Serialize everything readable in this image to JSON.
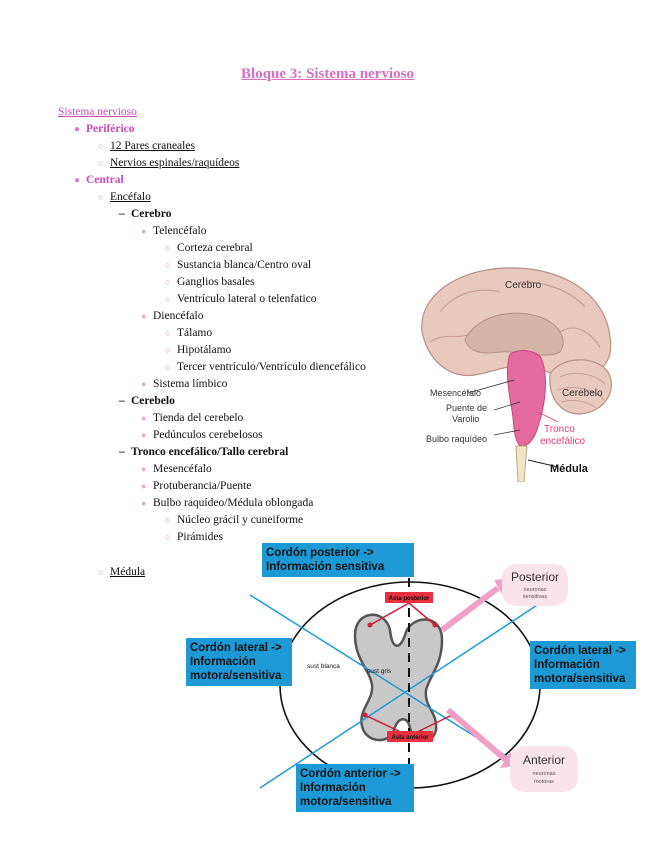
{
  "title": "Bloque 3: Sistema nervioso",
  "outline": {
    "root": "Sistema nervioso",
    "periferico": "Periférico",
    "pares": "12 Pares craneales",
    "nervios": "Nervios espinales/raquídeos",
    "central": "Central",
    "encefalo": "Encéfalo",
    "cerebro": "Cerebro",
    "telencefalo": "Telencéfalo",
    "corteza": "Corteza cerebral",
    "sustancia": "Sustancia blanca/Centro oval",
    "ganglios": "Ganglios basales",
    "ventriculo": "Ventrículo lateral o telenfatico",
    "diencefalo": "Diencéfalo",
    "talamo": "Tálamo",
    "hipotalamo": "Hipotálamo",
    "tercer": "Tercer ventrículo/Ventrículo diencefálico",
    "limbico": "Sistema límbico",
    "cerebelo": "Cerebelo",
    "tienda": "Tienda del cerebelo",
    "pedunculos": "Pedúnculos cerebelosos",
    "tronco": "Tronco encefálico/Tallo cerebral",
    "mesencefalo": "Mesencéfalo",
    "protuberancia": "Protuberancia/Puente",
    "bulbo": "Bulbo raquídeo/Médula oblongada",
    "nucleo": "Núcleo grácil y cuneiforme",
    "piramides": "Pirámides",
    "medula": "Médula"
  },
  "brain_diagram": {
    "cerebro": "Cerebro",
    "mesencefalo": "Mesencéfalo",
    "puente1": "Puente de",
    "puente2": "Varolio",
    "bulbo": "Bulbo raquídeo",
    "cerebelo": "Cerebelo",
    "tronco1": "Tronco",
    "tronco2": "encefálico",
    "medula": "Médula"
  },
  "spinal_diagram": {
    "posterior_box1": "Cordón posterior ->",
    "posterior_box2": "Información sensitiva",
    "lateral_left1": "Cordón lateral ->",
    "lateral_left2": "Información",
    "lateral_left3": "motora/sensitiva",
    "lateral_right1": "Cordón lateral ->",
    "lateral_right2": "Información",
    "lateral_right3": "motora/sensitiva",
    "anterior_box1": "Cordón anterior ->",
    "anterior_box2": "Información",
    "anterior_box3": "motora/sensitiva",
    "asta_posterior": "Asta posterior",
    "asta_anterior": "Asta anterior",
    "sust_blanca": "sust blanca",
    "sust_gris": "sust gris",
    "posterior_bubble": "Posterior",
    "posterior_sub1": "neuronas",
    "posterior_sub2": "sensitivas",
    "anterior_bubble": "Anterior",
    "anterior_sub1": "neuronas",
    "anterior_sub2": "motoras"
  },
  "colors": {
    "title": "#d76fc2",
    "heading": "#c94bb4",
    "box": "#1d9ad6",
    "brainstem": "#e56a9d"
  }
}
